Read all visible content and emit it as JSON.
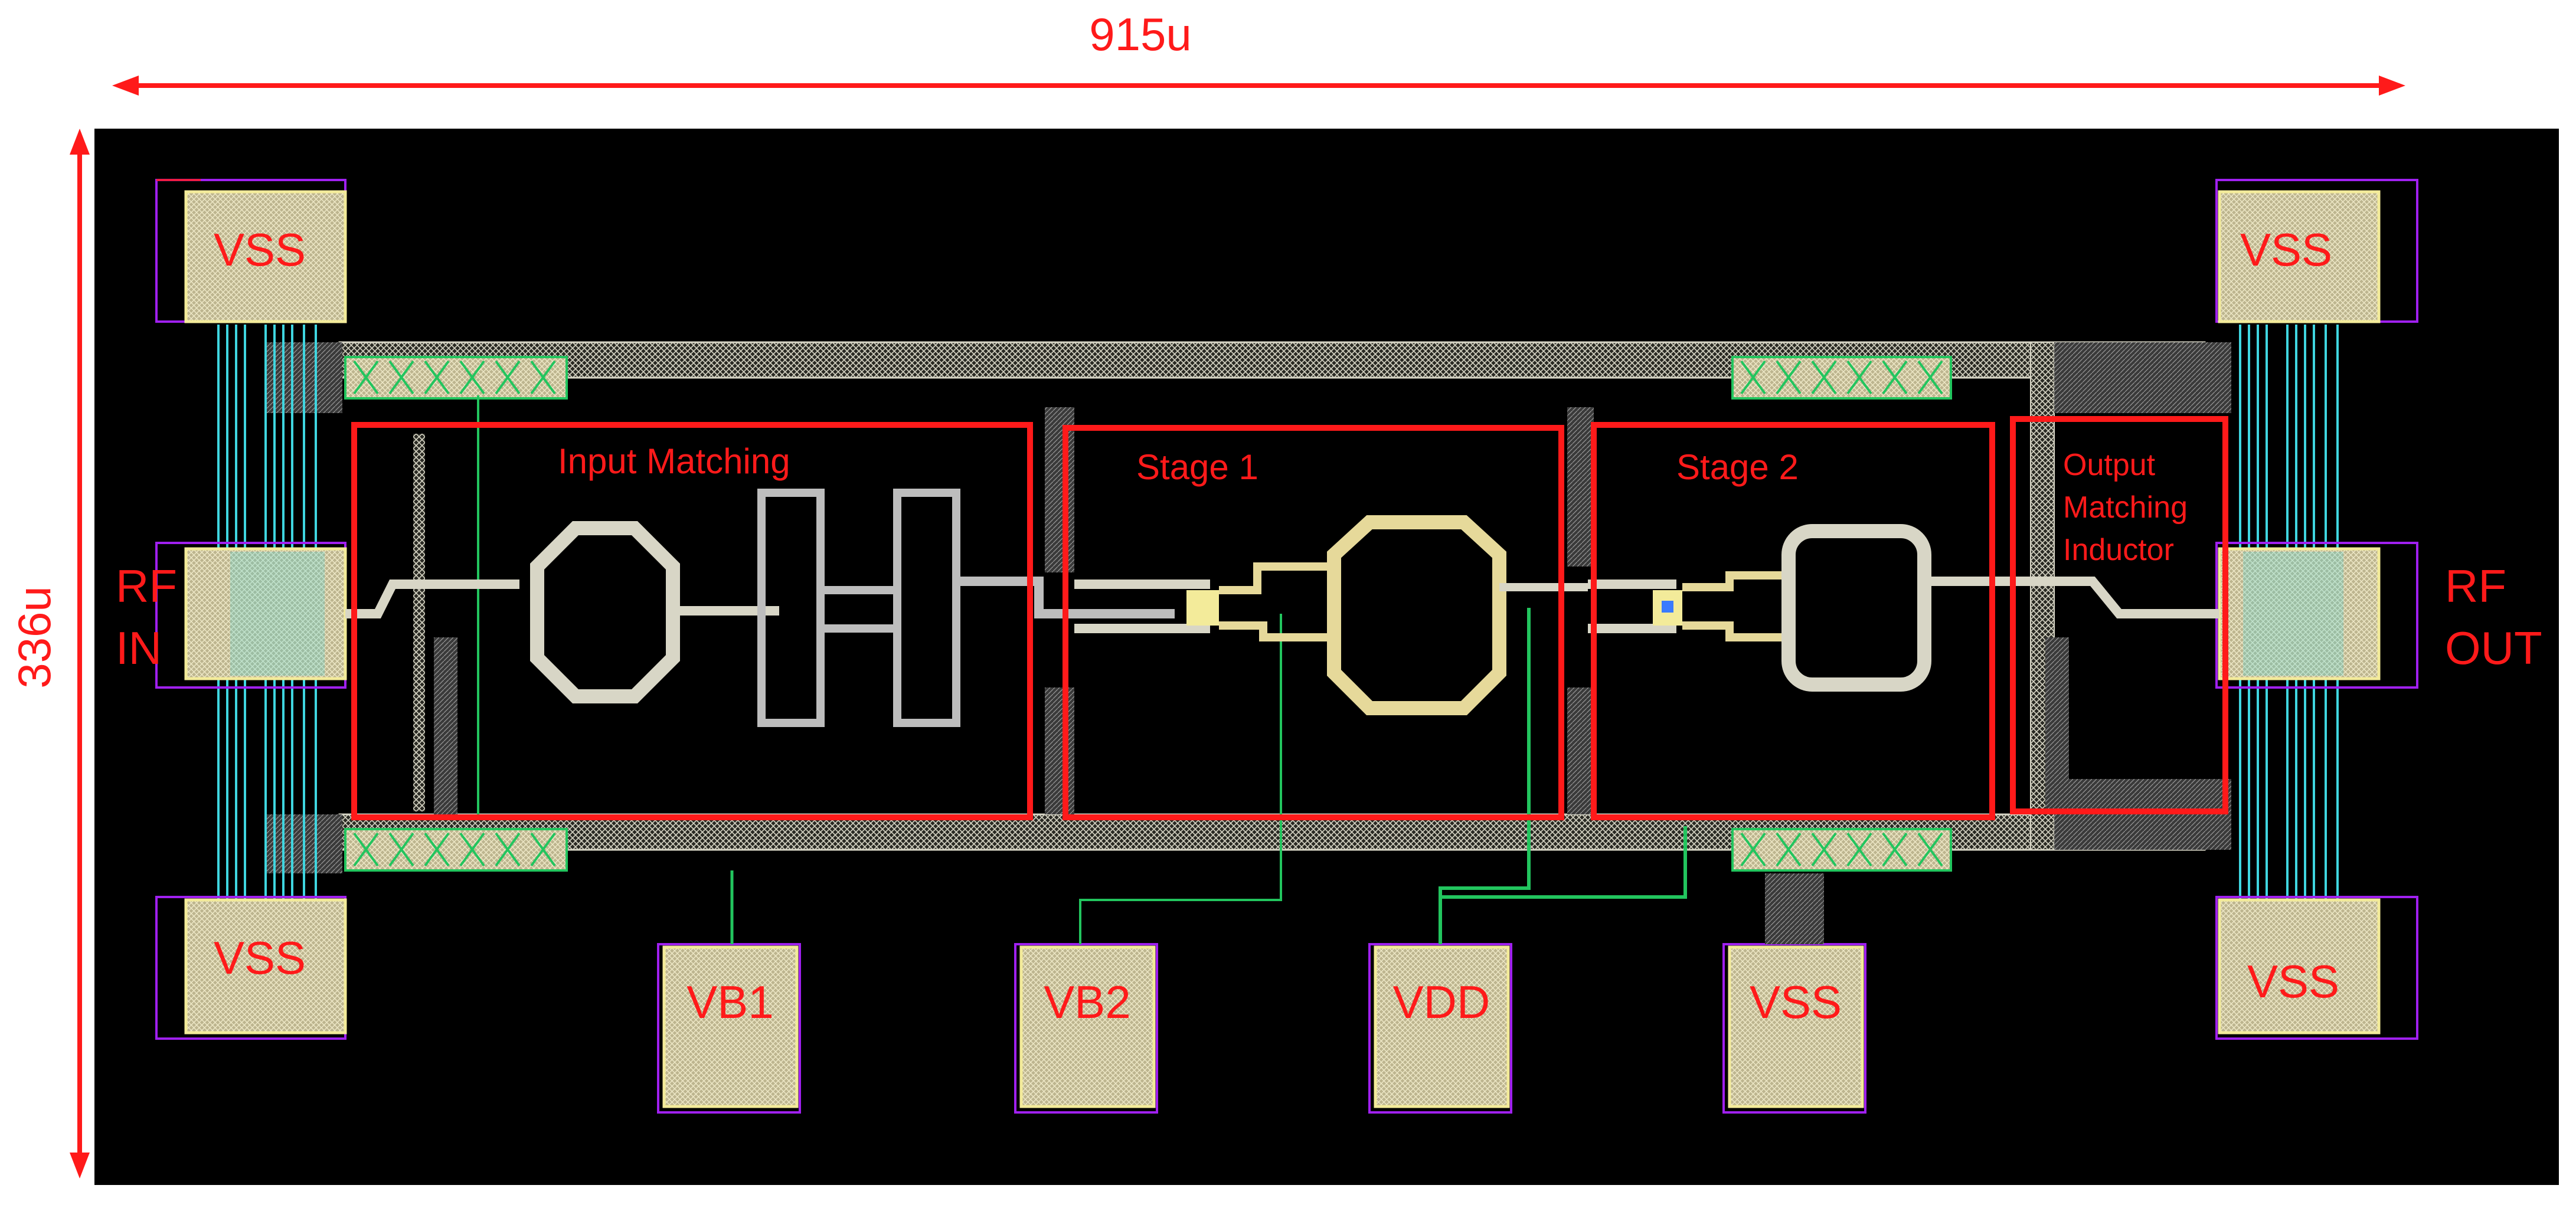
{
  "dimensions": {
    "width_label": "915u",
    "height_label": "336u"
  },
  "colors": {
    "background": "#000000",
    "annotation": "#ff1a1a",
    "pad_fill": "#c9c29a",
    "metal_hatch": "#d8d6c6",
    "trace_cyan": "#3fd6e0",
    "trace_green": "#22c55e",
    "pad_outline": "#a020f0"
  },
  "sections": [
    {
      "id": "input-matching",
      "label": "Input Matching"
    },
    {
      "id": "stage-1",
      "label": "Stage 1"
    },
    {
      "id": "stage-2",
      "label": "Stage 2"
    },
    {
      "id": "output-matching",
      "label": "Output Matching Inductor"
    }
  ],
  "pads": {
    "left_top": "VSS",
    "left_bottom": "VSS",
    "right_top": "VSS",
    "right_bottom": "VSS",
    "bottom": [
      "VB1",
      "VB2",
      "VDD",
      "VSS"
    ]
  },
  "ports": {
    "rf_in_line1": "RF",
    "rf_in_line2": "IN",
    "rf_out_line1": "RF",
    "rf_out_line2": "OUT"
  }
}
